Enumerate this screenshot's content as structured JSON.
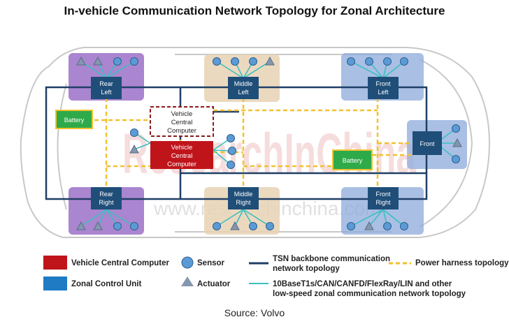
{
  "title": "In-vehicle Communication Network Topology for Zonal Architecture",
  "watermark": "ResearchInChina",
  "watermark_url": "www.researchinchina.com",
  "source": "Source: Volvo",
  "colors": {
    "vcc": "#c0141b",
    "zcu": "#1f4e79",
    "tsn": "#1f3f66",
    "power": "#f2c12e",
    "lowspeed": "#3cbfbf",
    "sensor": "#5b9bd5",
    "actuator": "#8497b0",
    "battery": "#2eaa4a"
  },
  "zones": {
    "rear_left": {
      "line1": "Rear",
      "line2": "Left"
    },
    "middle_left": {
      "line1": "Middle",
      "line2": "Left"
    },
    "front_left": {
      "line1": "Front",
      "line2": "Left"
    },
    "rear_right": {
      "line1": "Rear",
      "line2": "Right"
    },
    "middle_right": {
      "line1": "Middle",
      "line2": "Right"
    },
    "front_right": {
      "line1": "Front",
      "line2": "Right"
    },
    "front": {
      "line1": "Front"
    }
  },
  "vcc_backup": {
    "line1": "Vehicle",
    "line2": "Central",
    "line3": "Computer"
  },
  "vcc_main": {
    "line1": "Vehicle",
    "line2": "Central",
    "line3": "Computer"
  },
  "battery_left": "Battery",
  "battery_right": "Battery",
  "legend": {
    "vcc": "Vehicle Central Computer",
    "zcu": "Zonal Control Unit",
    "sensor": "Sensor",
    "actuator": "Actuator",
    "tsn_line1": "TSN backbone communication",
    "tsn_line2": "network topology",
    "low_line1": "10BaseT1s/CAN/CANFD/FlexRay/LIN and other",
    "low_line2": "low-speed zonal communication network topology",
    "power": "Power harness topology"
  }
}
